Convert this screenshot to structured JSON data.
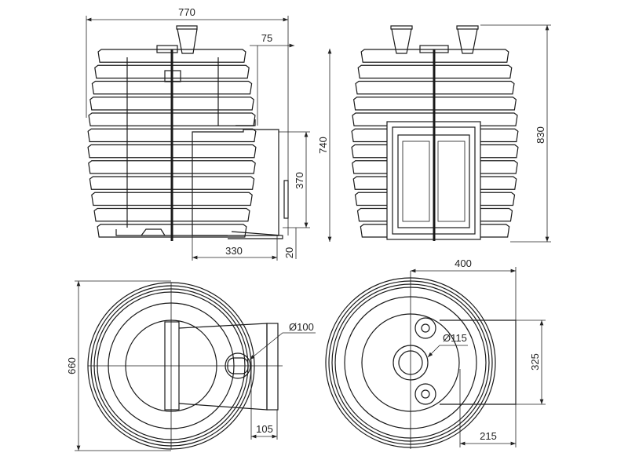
{
  "drawing": {
    "dimensions": {
      "overall_width": "770",
      "top_offset": "75",
      "height_front": "740",
      "height_total": "830",
      "box_height": "370",
      "box_depth": "330",
      "base_gap": "20",
      "half_width_plan": "400",
      "diameter_left": "Ø100",
      "diameter_right": "Ø115",
      "plan_depth": "660",
      "box_width_plan": "325",
      "inlet_offset": "105",
      "box_offset_plan": "215"
    },
    "colors": {
      "line": "#1a1a1a",
      "background": "#ffffff"
    }
  }
}
